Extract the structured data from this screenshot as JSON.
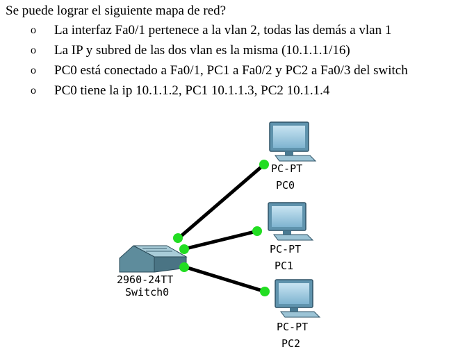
{
  "question": "Se puede lograr el siguiente mapa de red?",
  "bullet_marker": "o",
  "bullets": [
    "La interfaz Fa0/1 pertenece a la vlan 2, todas las demás a vlan 1",
    "La IP y subred de las dos vlan es la misma (10.1.1.1/16)",
    "PC0 está conectado a Fa0/1, PC1 a Fa0/2 y PC2 a Fa0/3 del switch",
    "PC0 tiene la ip 10.1.1.2, PC1 10.1.1.3, PC2 10.1.1.4"
  ],
  "diagram": {
    "switch": {
      "model": "2960-24TT",
      "name": "Switch0"
    },
    "pcs": [
      {
        "model": "PC-PT",
        "name": "PC0"
      },
      {
        "model": "PC-PT",
        "name": "PC1"
      },
      {
        "model": "PC-PT",
        "name": "PC2"
      }
    ],
    "link_color": "#000000",
    "port_led_color": "#22dd22",
    "switch_color": "#6a9aaa",
    "pc_color": "#7ab0cc"
  }
}
